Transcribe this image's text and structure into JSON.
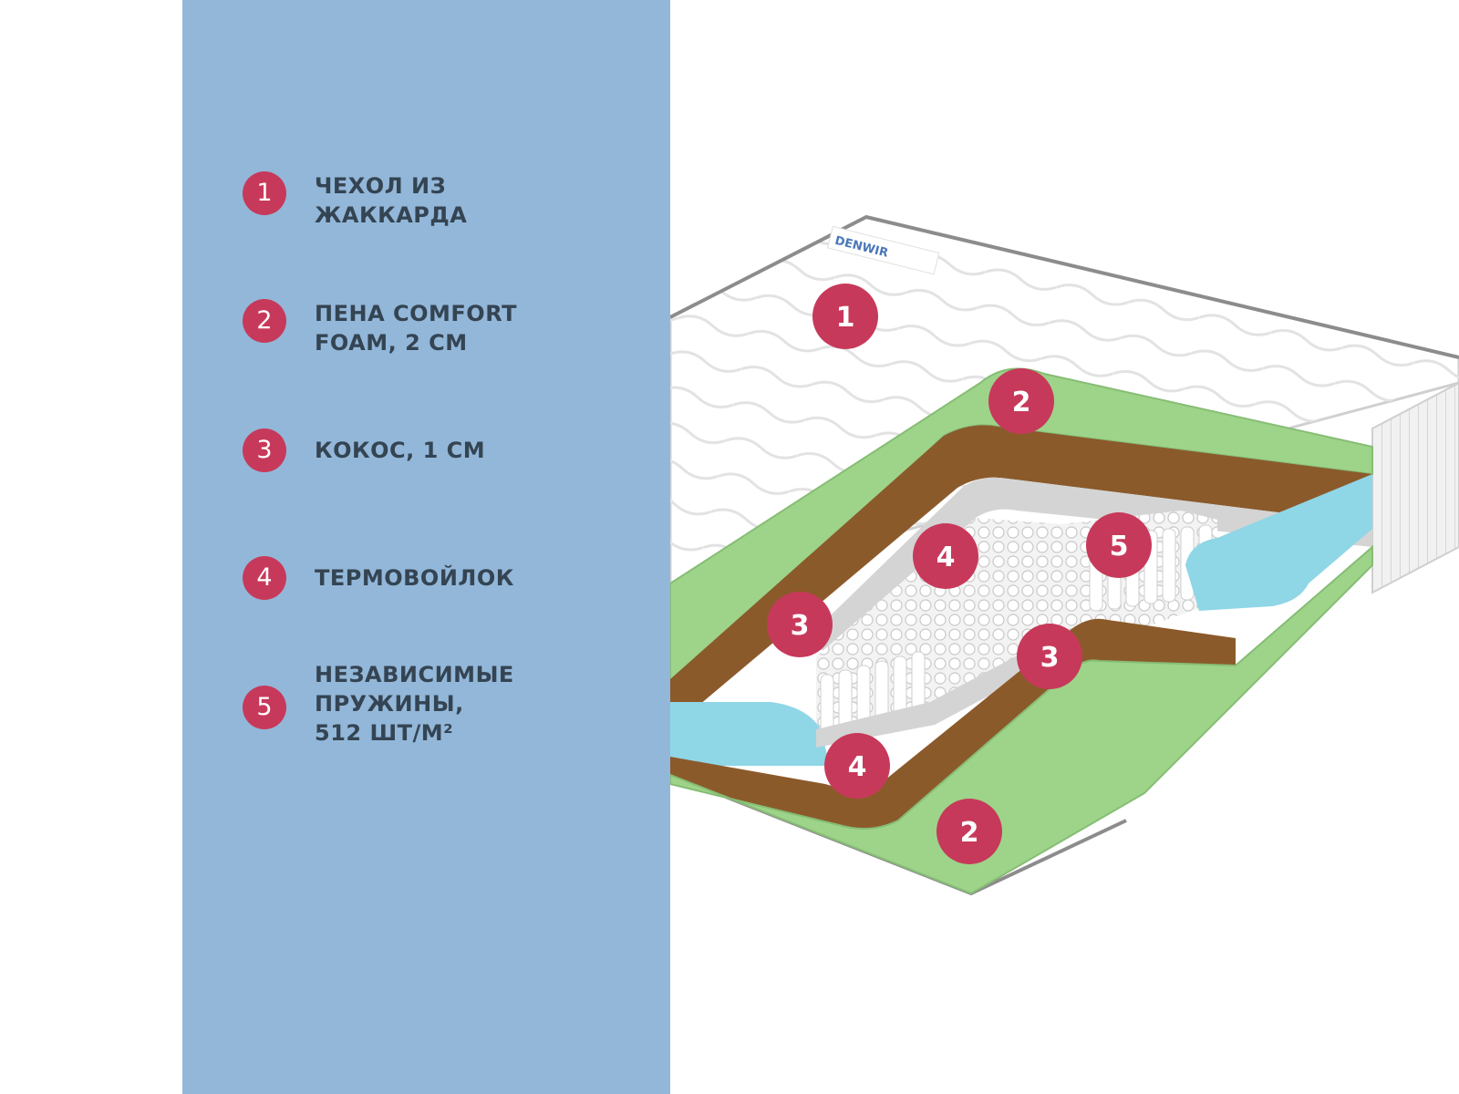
{
  "legend": [
    {
      "number": "1",
      "label": "ЧЕХОЛ ИЗ\nЖАККАРДА"
    },
    {
      "number": "2",
      "label": "ПЕНА COMFORT\nFOAM, 2 СМ"
    },
    {
      "number": "3",
      "label": "КОКОС, 1 СМ"
    },
    {
      "number": "4",
      "label": "ТЕРМОВОЙЛОК"
    },
    {
      "number": "5",
      "label": "НЕЗАВИСИМЫЕ\nПРУЖИНЫ,\n512 ШТ/М²"
    }
  ],
  "illustration": {
    "brand_logo": "DENWIR",
    "callouts": [
      "1",
      "2",
      "3",
      "4",
      "5",
      "3",
      "4",
      "2"
    ]
  },
  "colors": {
    "panel_background": "#93b7d9",
    "badge_red": "#c7395a",
    "label_text": "#344452",
    "foam_green": "#9dd48a",
    "coconut_brown": "#8b5a2b",
    "felt_gray": "#d4d4d4",
    "side_foam_blue": "#8fd6e6",
    "jacquard_white": "#ffffff"
  }
}
